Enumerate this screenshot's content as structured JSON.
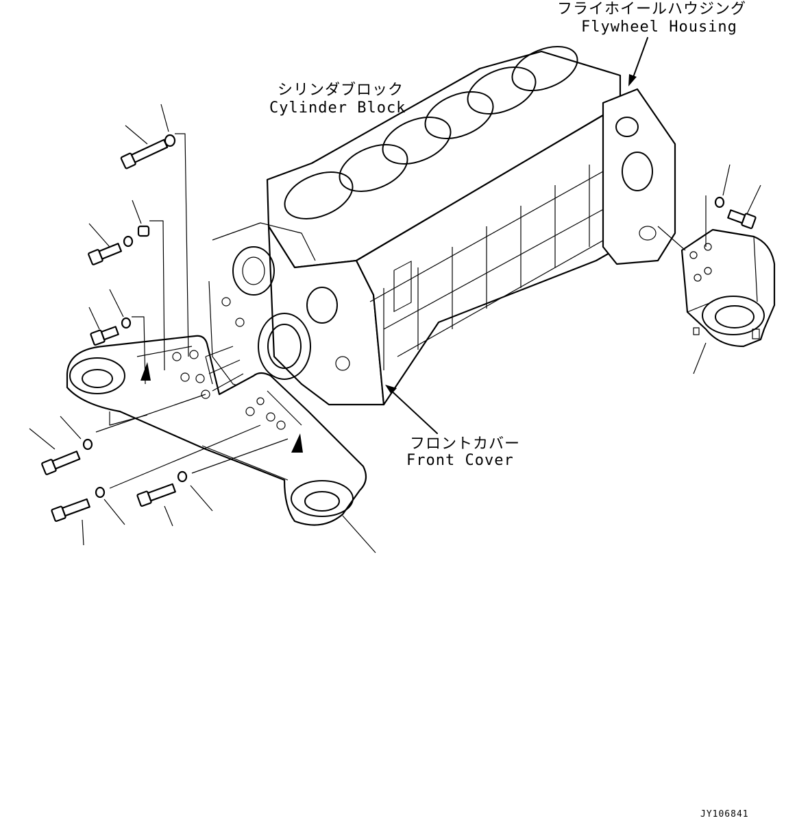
{
  "labels": {
    "flywheel_housing_jp": "フライホイールハウジング",
    "flywheel_housing_en": "Flywheel Housing",
    "cylinder_block_jp": "シリンダブロック",
    "cylinder_block_en": "Cylinder Block",
    "front_cover_jp": "フロントカバー",
    "front_cover_en": "Front Cover"
  },
  "drawing_code": "JY106841"
}
